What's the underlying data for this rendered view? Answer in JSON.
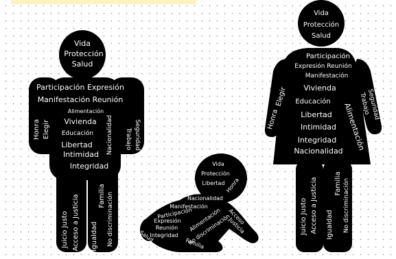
{
  "man": {
    "head": [
      "Vida",
      "Protección",
      "Salud"
    ],
    "chest": [
      "Participación Expresión",
      "Manifestación Reunión"
    ],
    "alimentacion": "Alimentación",
    "vivienda": "Vivienda",
    "educacion": "Educación",
    "libertad": "Libertad",
    "intimidad": "Intimidad",
    "integridad": "Integridad",
    "nacionalidad": "Nacionalidad",
    "left_arm": [
      "Honra",
      "Elegir"
    ],
    "right_arm": [
      "Trabajo",
      "Seguridad"
    ],
    "left_leg": [
      "Juicio Justo",
      "Acceso a Justicia"
    ],
    "right_leg": [
      "Igualdad",
      "Familia",
      "No discriminación"
    ]
  },
  "baby": {
    "head": [
      "Vida",
      "Protección",
      "Libertad"
    ],
    "honra": "Honra",
    "nacionalidad": "Nacionalidad",
    "manifestacion": "Manifestación",
    "participacion": "Participación",
    "expresion": "Expresión",
    "reunion": "Reunión",
    "integridad": "Integridad",
    "salud": "Salud",
    "alimentacion": "Alimentación",
    "no_discriminacion": "No discriminación",
    "familia": "Familia",
    "acceso": "Acceso",
    "justicia": "Justicia"
  },
  "woman": {
    "head": [
      "Vida",
      "Protección",
      "Salud"
    ],
    "chest": [
      "Participación",
      "Expresión Reunión",
      "Manifestación"
    ],
    "vivienda": "Vivienda",
    "educacion": "Educación",
    "libertad": "Libertad",
    "intimidad": "Intimidad",
    "integridad": "Integridad",
    "nacionalidad": "Nacionalidad",
    "alimentacion": "Alimentación",
    "left_arm": [
      "Honra",
      "Elegir"
    ],
    "right_arm": [
      "Trabajo",
      "Seguridad"
    ],
    "left_leg": [
      "Juicio Justo",
      "Acceso a Justicia"
    ],
    "right_leg": [
      "Igualdad",
      "Familia",
      "No discriminación"
    ]
  }
}
